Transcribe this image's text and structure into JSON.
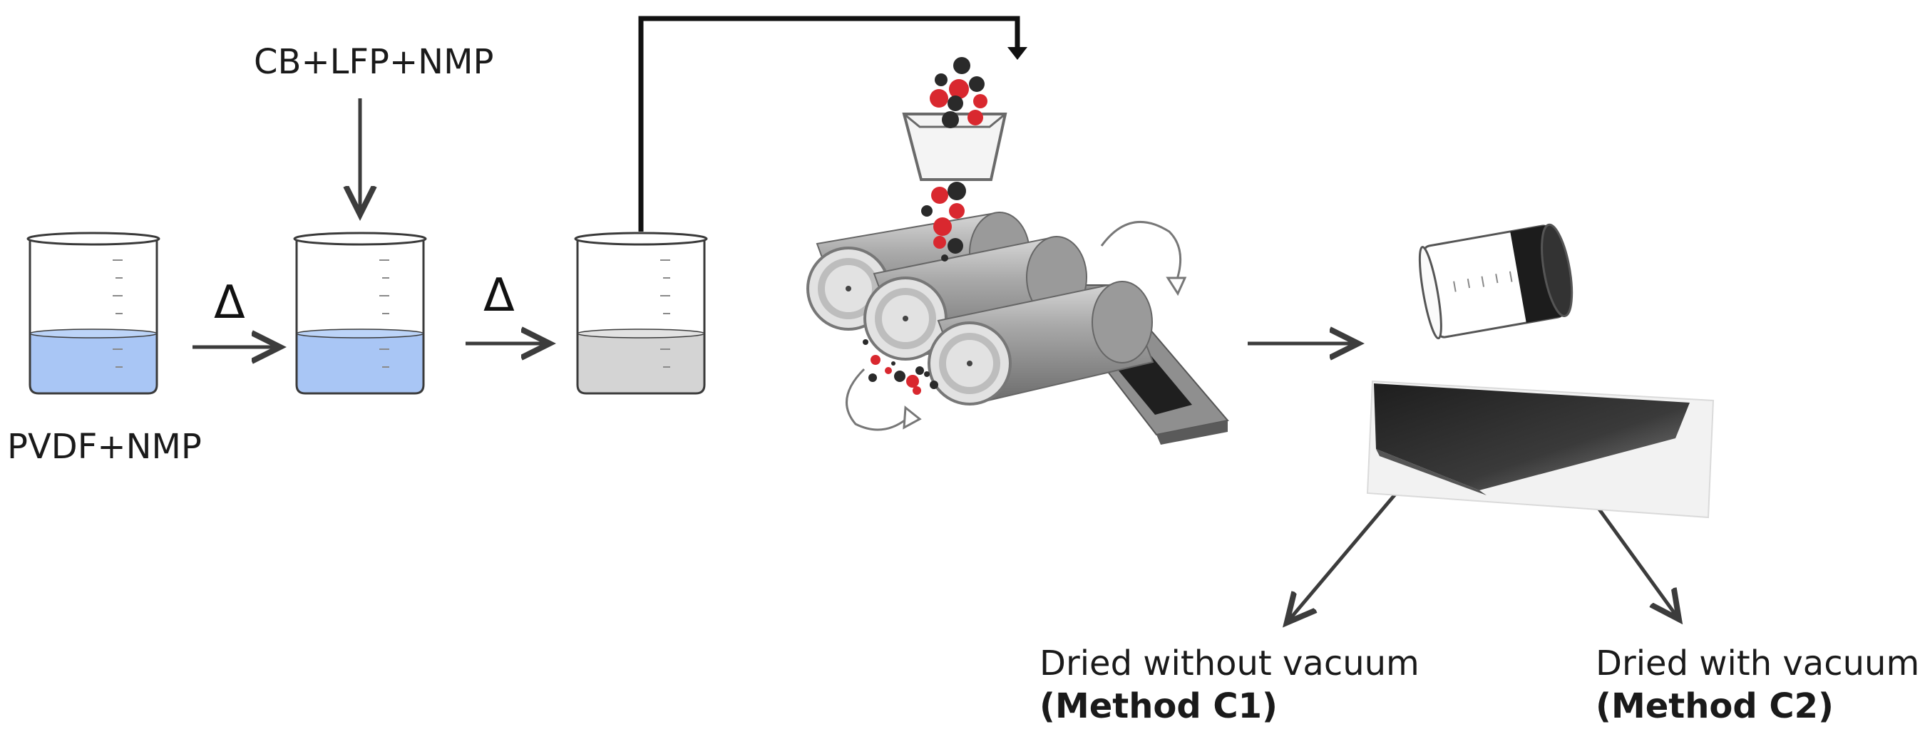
{
  "labels": {
    "top_input": "CB+LFP+NMP",
    "bottom_input": "PVDF+NMP",
    "heat_1": "Δ",
    "heat_2": "Δ",
    "c1_line1": "Dried without vacuum",
    "c1_line2": "(Method C1)",
    "c2_line1": "Dried with vacuum",
    "c2_line2": "(Method C2)"
  },
  "colors": {
    "liquid_blue": "#a9c6f5",
    "liquid_grey": "#d4d4d4",
    "particle_red": "#d9282f",
    "particle_black": "#2a2a2a",
    "arrow": "#3c3c3c"
  }
}
